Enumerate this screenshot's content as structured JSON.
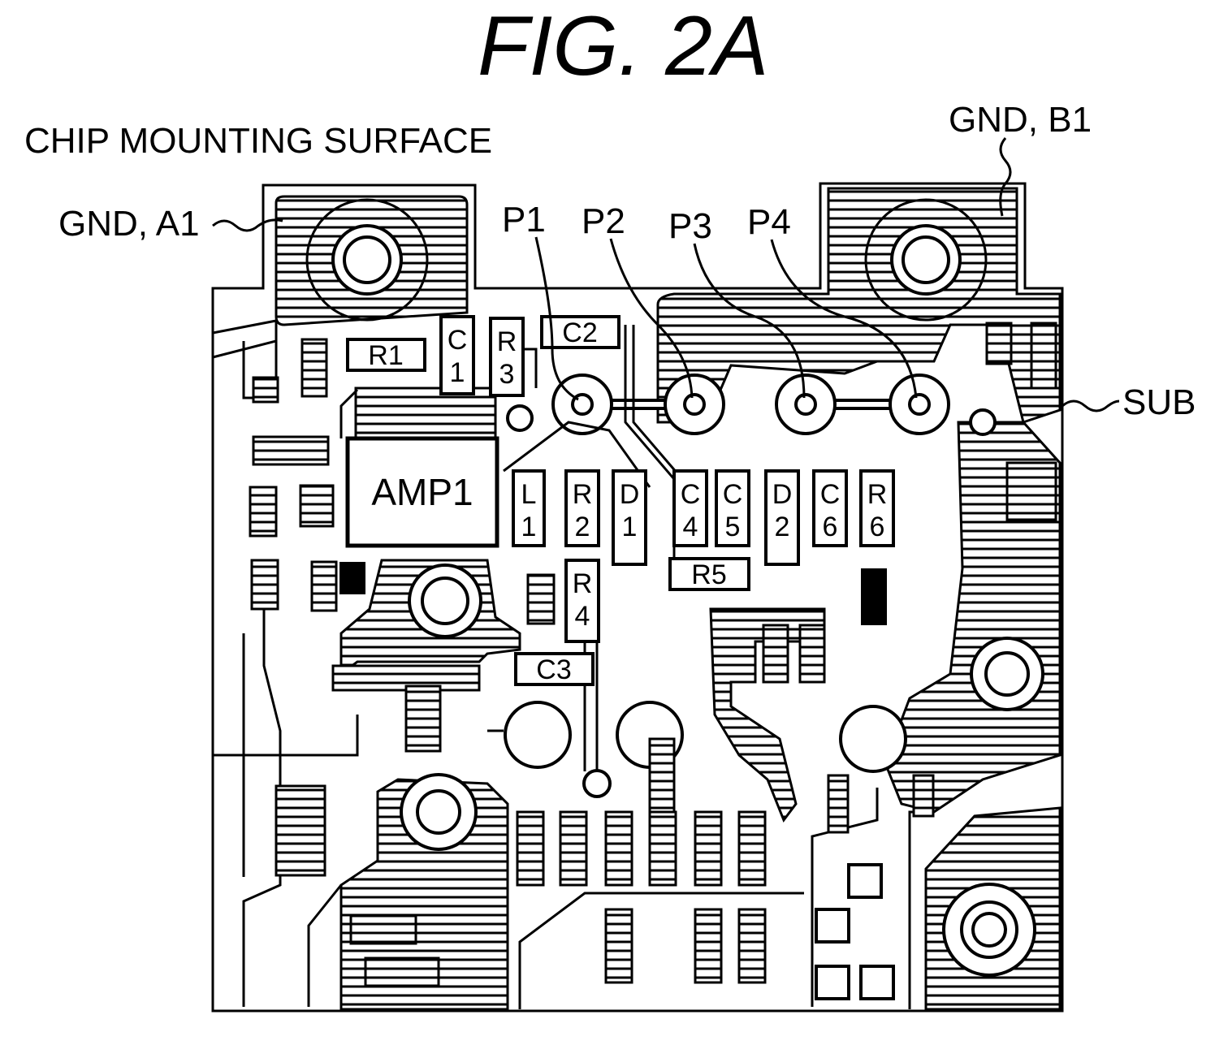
{
  "figure": {
    "title": "FIG.  2A",
    "header": "CHIP MOUNTING SURFACE",
    "callouts": {
      "gnd_a1": "GND, A1",
      "gnd_b1": "GND, B1",
      "sub": "SUB",
      "p1": "P1",
      "p2": "P2",
      "p3": "P3",
      "p4": "P4"
    },
    "amplifier": "AMP1",
    "components": [
      {
        "id": "r1",
        "label": "R1"
      },
      {
        "id": "c1",
        "label": "C1"
      },
      {
        "id": "r3",
        "label": "R3"
      },
      {
        "id": "c2",
        "label": "C2"
      },
      {
        "id": "l1",
        "label": "L1"
      },
      {
        "id": "r2",
        "label": "R2"
      },
      {
        "id": "d1",
        "label": "D1"
      },
      {
        "id": "c4",
        "label": "C4"
      },
      {
        "id": "c5",
        "label": "C5"
      },
      {
        "id": "d2",
        "label": "D2"
      },
      {
        "id": "c6",
        "label": "C6"
      },
      {
        "id": "r6",
        "label": "R6"
      },
      {
        "id": "r5",
        "label": "R5"
      },
      {
        "id": "r4",
        "label": "R4"
      },
      {
        "id": "c3",
        "label": "C3"
      }
    ]
  }
}
